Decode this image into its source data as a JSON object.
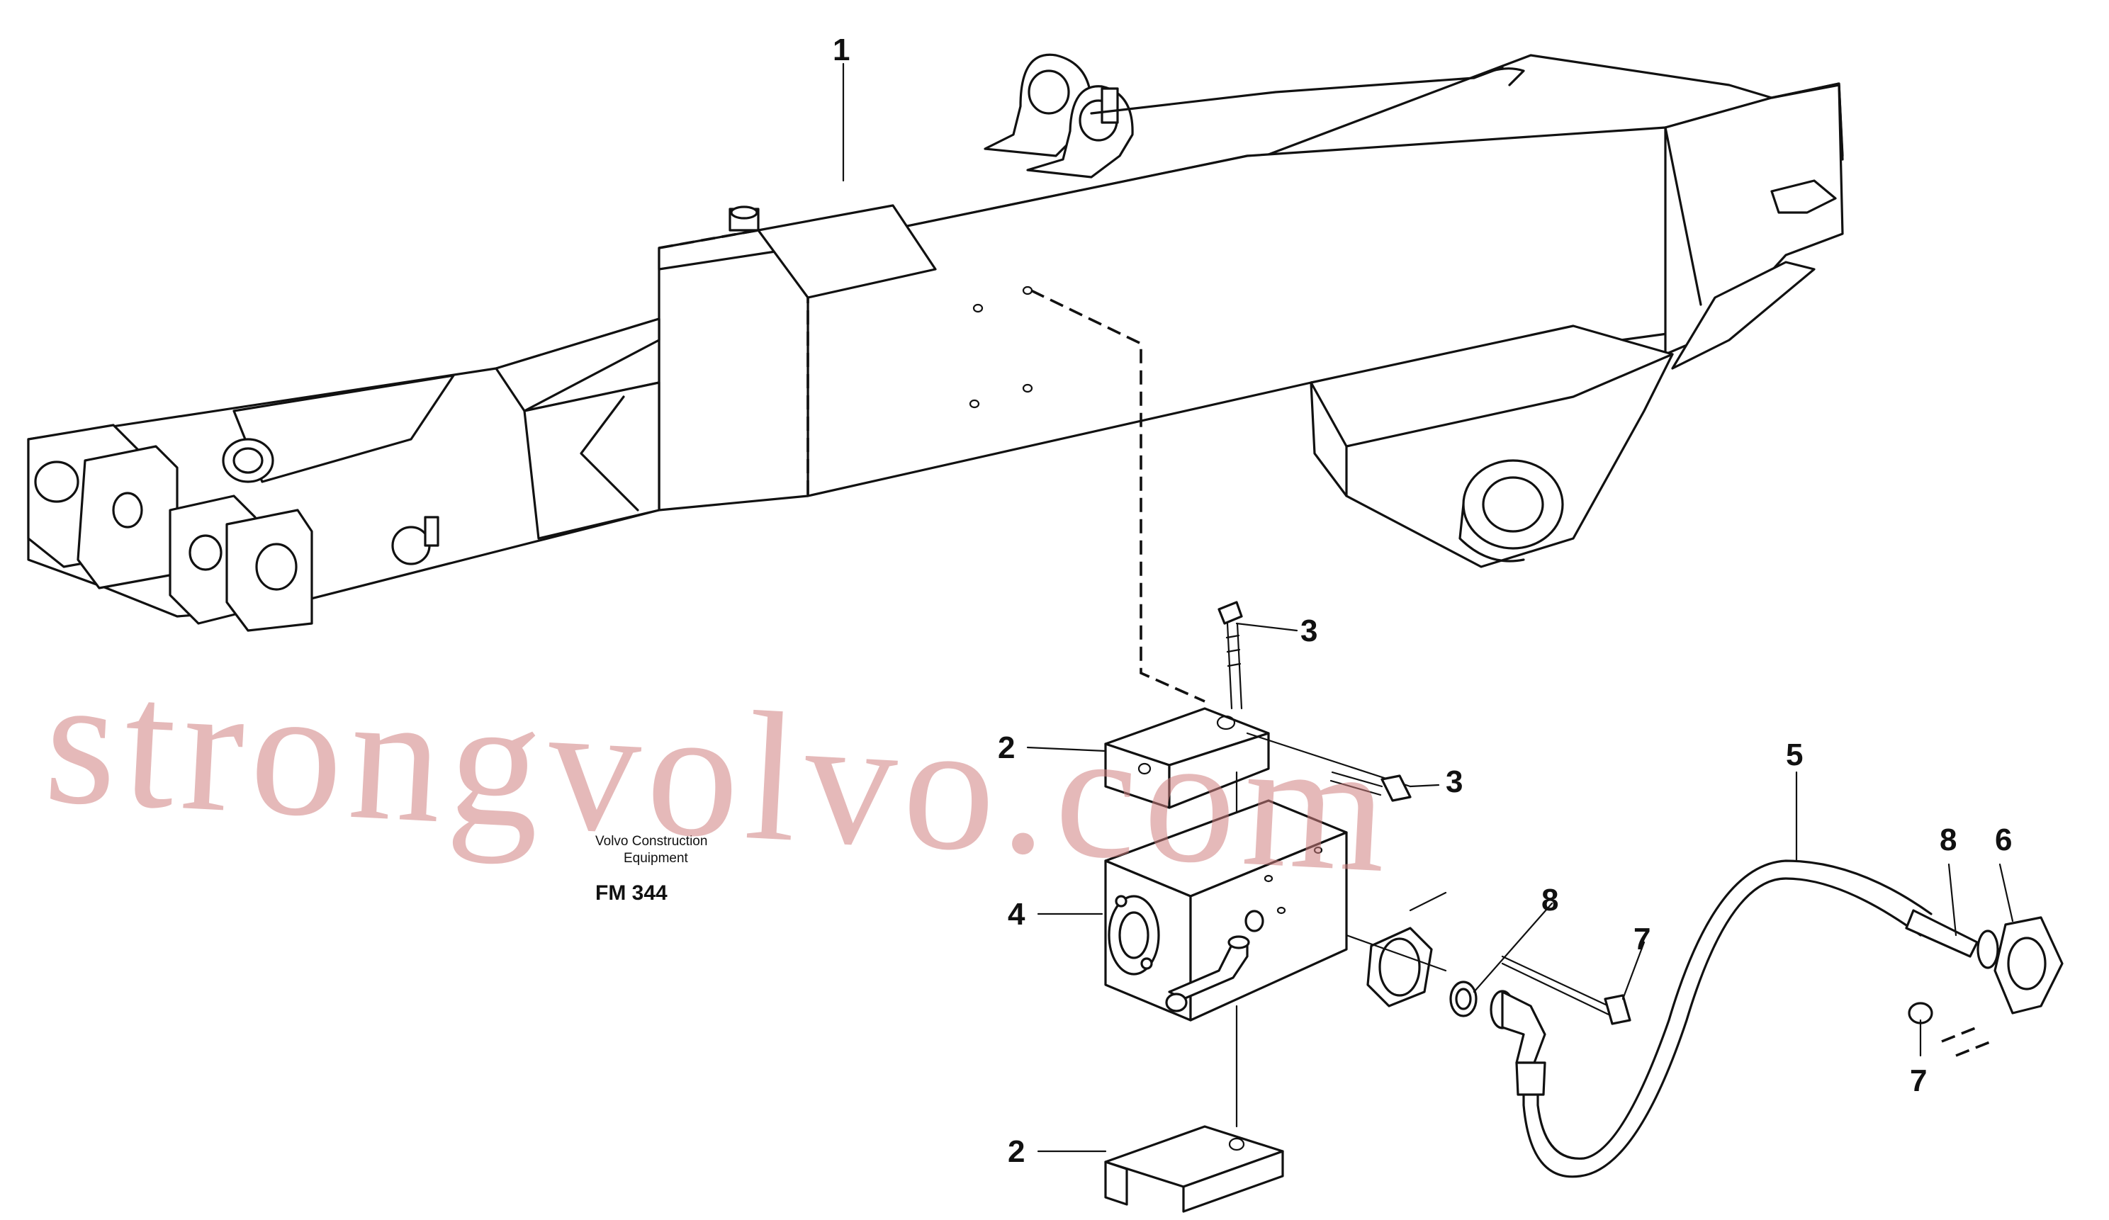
{
  "diagram": {
    "figure_code": "FM 344",
    "publisher_line1": "Volvo Construction",
    "publisher_line2": "Equipment",
    "watermark": "strongvolvo.com",
    "callouts": [
      "1",
      "2",
      "2",
      "3",
      "3",
      "4",
      "5",
      "6",
      "7",
      "7",
      "8",
      "8"
    ]
  }
}
